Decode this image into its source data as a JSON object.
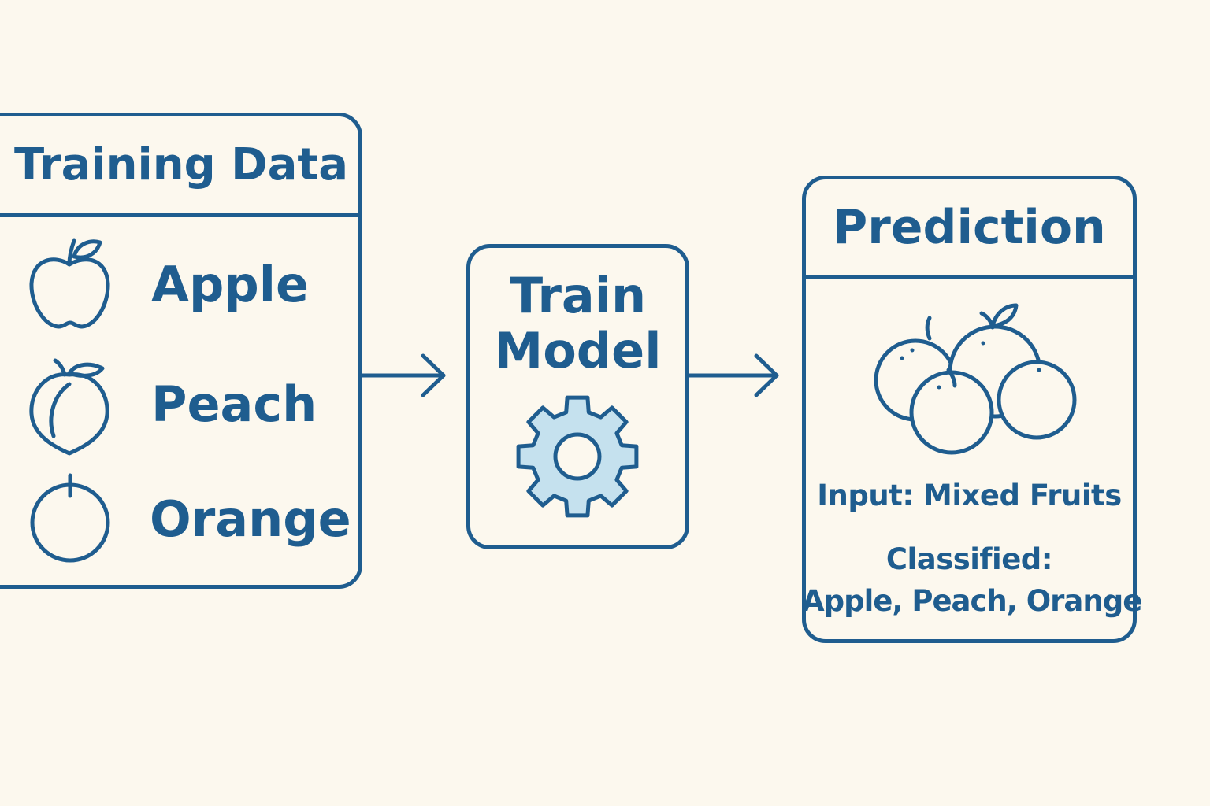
{
  "training": {
    "title": "Training Data",
    "items": [
      {
        "label": "Apple",
        "icon": "apple-icon"
      },
      {
        "label": "Peach",
        "icon": "peach-icon"
      },
      {
        "label": "Orange",
        "icon": "orange-icon"
      }
    ]
  },
  "model": {
    "title_line1": "Train",
    "title_line2": "Model",
    "icon": "gear-icon"
  },
  "prediction": {
    "title": "Prediction",
    "icon": "mixed-fruits-icon",
    "input_text": "Input: Mixed Fruits",
    "classified_line1": "Classified:",
    "classified_line2": "Apple, Peach, Orange"
  },
  "colors": {
    "stroke": "#1f5d8f",
    "gear_fill": "#c5e1ee",
    "background": "#fcf8ee"
  }
}
